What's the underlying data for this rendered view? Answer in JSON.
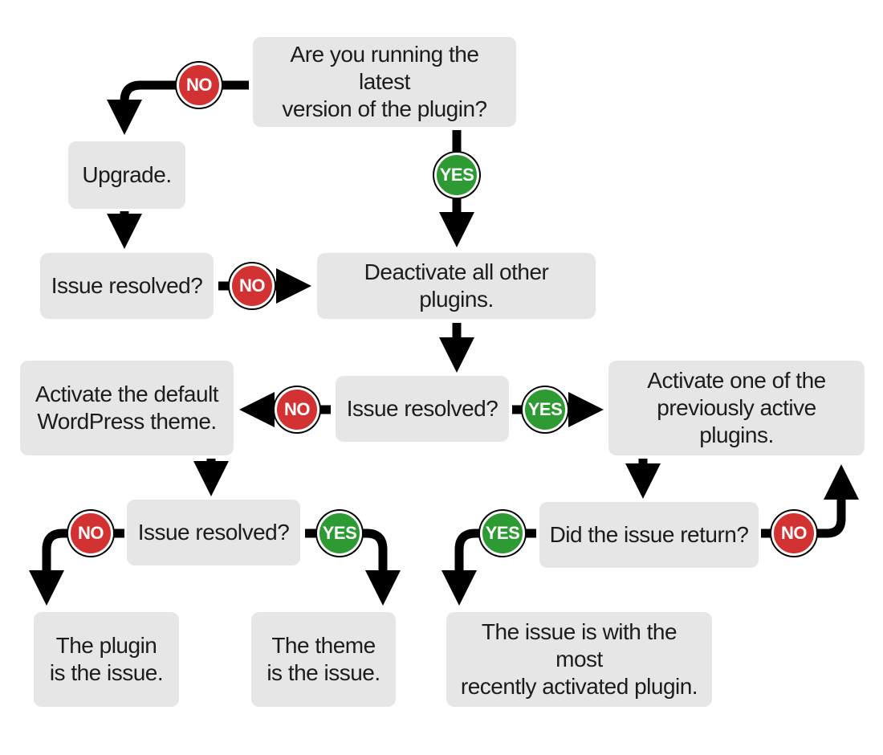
{
  "colors": {
    "box": "#e6e6e6",
    "arrow": "#000000",
    "yes": "#2e9a34",
    "no": "#d23232"
  },
  "labels": {
    "yes": "YES",
    "no": "NO"
  },
  "nodes": {
    "latest_version": "Are you running the latest\nversion of the plugin?",
    "upgrade": "Upgrade.",
    "resolved_after_upgrade": "Issue resolved?",
    "deactivate_plugins": "Deactivate all other plugins.",
    "resolved_after_deactivate": "Issue resolved?",
    "activate_default_theme": "Activate the default\nWordPress theme.",
    "activate_one_plugin": "Activate one of the\npreviously active plugins.",
    "resolved_after_theme": "Issue resolved?",
    "issue_return": "Did the issue return?",
    "plugin_is_issue": "The plugin\nis the issue.",
    "theme_is_issue": "The theme\nis the issue.",
    "recent_plugin_issue": "The issue is with the most\nrecently activated plugin."
  }
}
